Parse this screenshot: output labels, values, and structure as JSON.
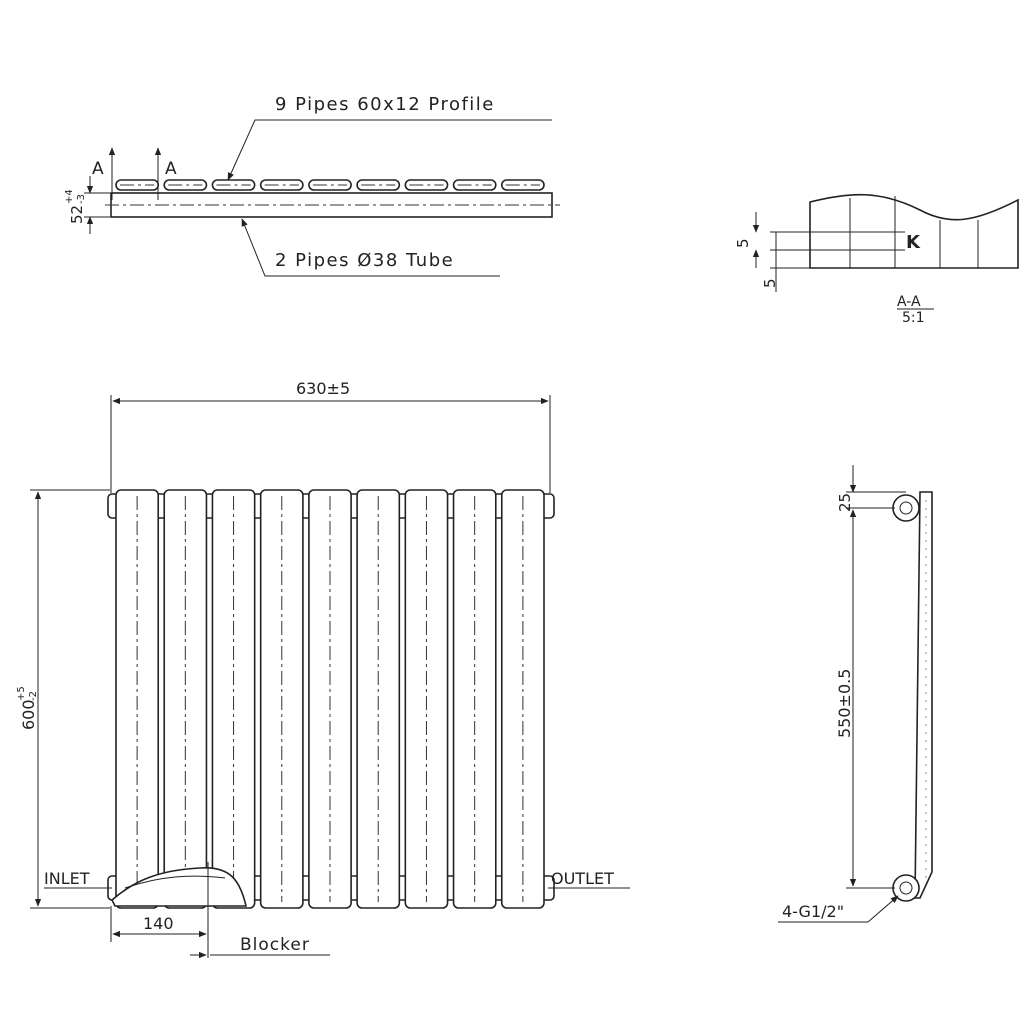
{
  "top_view": {
    "profile_label": "9 Pipes 60x12 Profile",
    "tube_label": "2 Pipes Ø38 Tube",
    "section_marker_left": "A",
    "section_marker_right": "A",
    "height_dim": "52",
    "height_tol_upper": "+4",
    "height_tol_lower": "-3"
  },
  "section_view": {
    "dim_upper": "5",
    "dim_lower": "5",
    "point_label": "K",
    "title": "A-A",
    "scale": "5:1"
  },
  "front_view": {
    "width_dim": "630±5",
    "height_dim": "600",
    "height_tol_upper": "+5",
    "height_tol_lower": "-2",
    "inlet_label": "INLET",
    "outlet_label": "OUTLET",
    "offset_dim": "140",
    "blocker_label": "Blocker",
    "pipe_count": 9
  },
  "side_view": {
    "top_dim": "25",
    "centers_dim": "550±0.5",
    "connection_label": "4-G1/2\""
  }
}
